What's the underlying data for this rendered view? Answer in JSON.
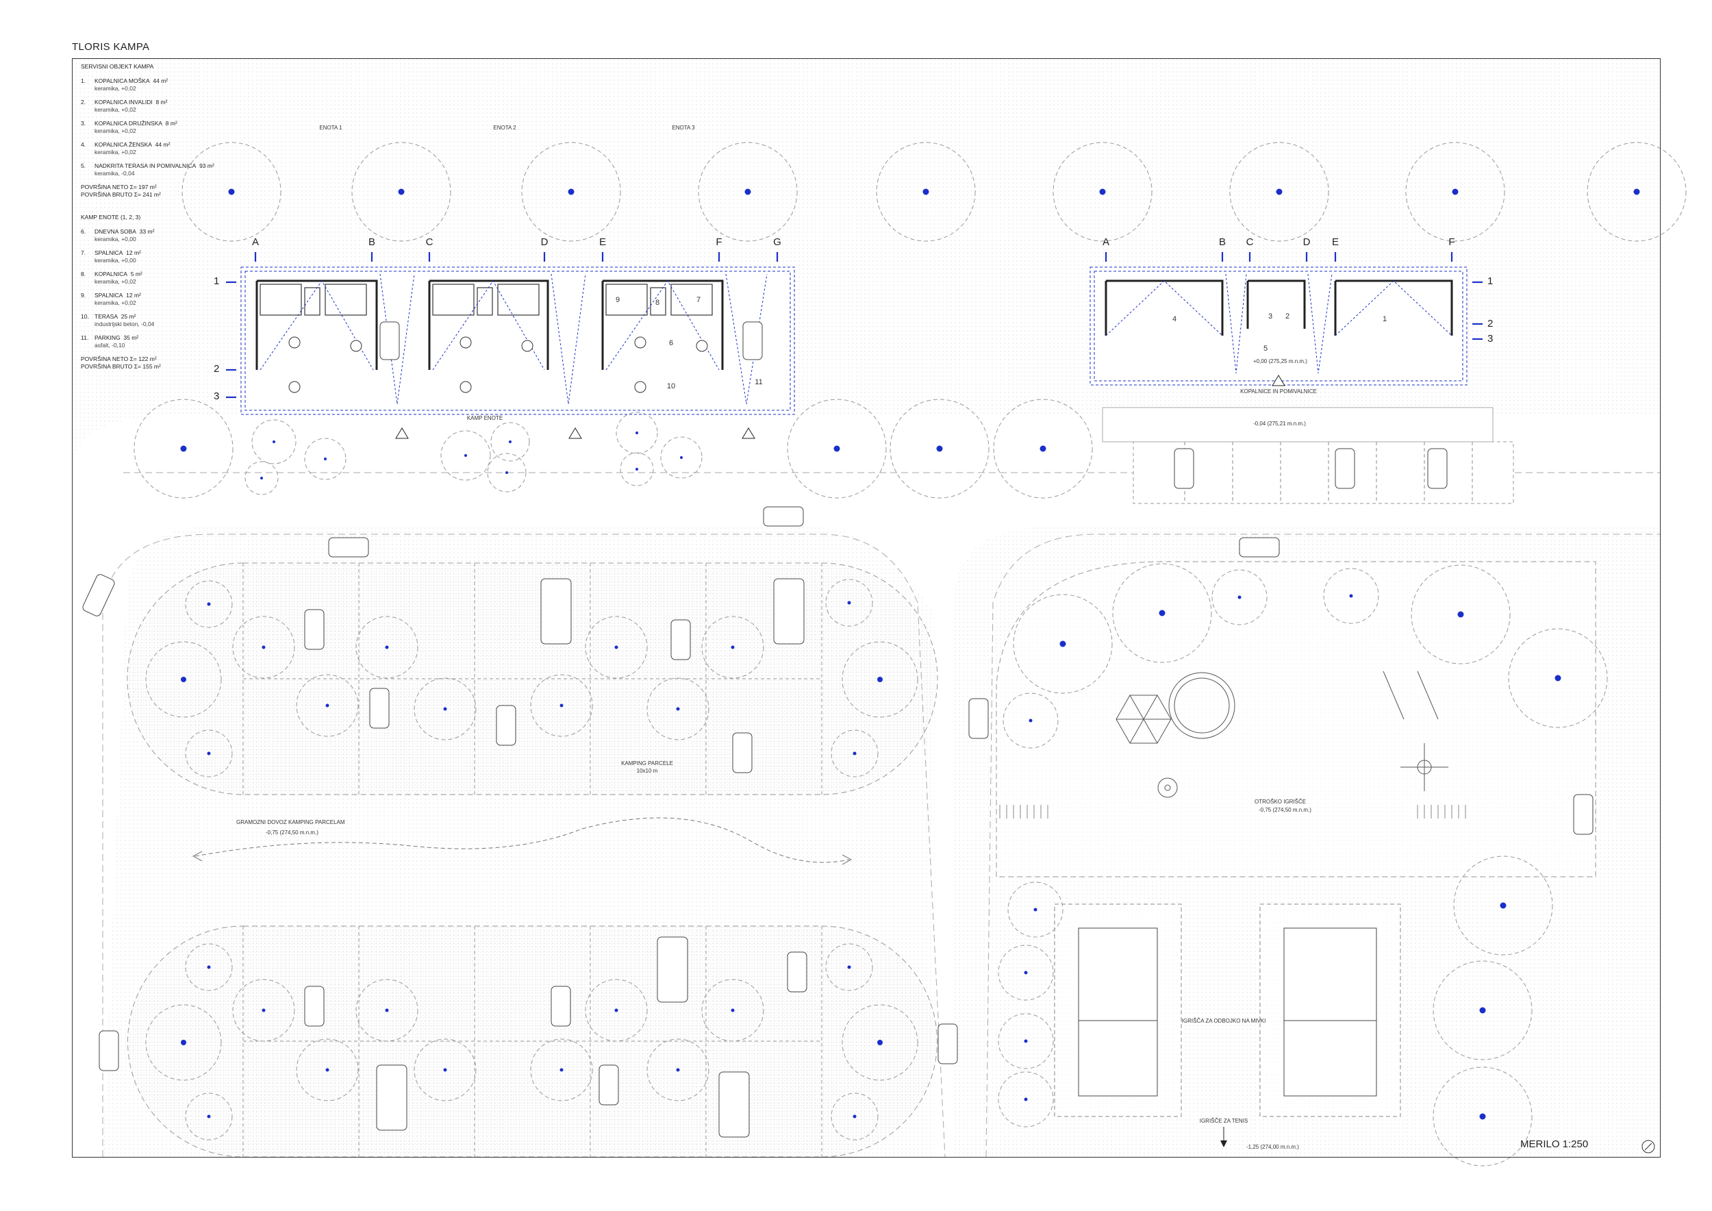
{
  "title": "TLORIS KAMPA",
  "scale_label": "MERILO 1:250",
  "legend": {
    "service_heading": "SERVISNI OBJEKT KAMPA",
    "service_items": [
      {
        "num": "1.",
        "name": "KOPALNICA MOŠKA",
        "area": "44 m²",
        "sub": "keramika, +0,02"
      },
      {
        "num": "2.",
        "name": "KOPALNICA INVALIDI",
        "area": "8 m²",
        "sub": "keramika, +0,02"
      },
      {
        "num": "3.",
        "name": "KOPALNICA DRUŽINSKA",
        "area": "8 m²",
        "sub": "keramika, +0,02"
      },
      {
        "num": "4.",
        "name": "KOPALNICA ŽENSKA",
        "area": "44 m²",
        "sub": "keramika, +0,02"
      },
      {
        "num": "5.",
        "name": "NADKRITA TERASA IN POMIVALNICA",
        "area": "93 m²",
        "sub": "keramika, -0,04"
      }
    ],
    "service_net": "POVRŠINA NETO  Σ= 197 m²",
    "service_gross": "POVRŠINA BRUTO  Σ= 241 m²",
    "unit_heading": "KAMP ENOTE (1, 2, 3)",
    "unit_items": [
      {
        "num": "6.",
        "name": "DNEVNA SOBA",
        "area": "33 m²",
        "sub": "keramika, +0,00"
      },
      {
        "num": "7.",
        "name": "SPALNICA",
        "area": "12 m²",
        "sub": "keramika, +0,00"
      },
      {
        "num": "8.",
        "name": "KOPALNICA",
        "area": "5 m²",
        "sub": "keramika, +0,02"
      },
      {
        "num": "9.",
        "name": "SPALNICA",
        "area": "12 m²",
        "sub": "keramika, +0,02"
      },
      {
        "num": "10.",
        "name": "TERASA",
        "area": "25 m²",
        "sub": "industrijski beton, -0,04"
      },
      {
        "num": "11.",
        "name": "PARKING",
        "area": "35 m²",
        "sub": "asfalt, -0,10"
      }
    ],
    "unit_net": "POVRŠINA NETO  Σ= 122 m²",
    "unit_gross": "POVRŠINA BRUTO  Σ= 155 m²"
  },
  "units": {
    "labels": [
      "ENOTA 1",
      "ENOTA 2",
      "ENOTA 3"
    ],
    "group_label": "KAMP ENOTE",
    "axes": [
      "A",
      "B",
      "C",
      "D",
      "E",
      "F",
      "G"
    ],
    "rows": [
      "1",
      "2",
      "3"
    ],
    "room_numbers": [
      "9",
      "8",
      "7",
      "6",
      "10",
      "11"
    ]
  },
  "service": {
    "axes": [
      "A",
      "B",
      "C",
      "D",
      "E",
      "F"
    ],
    "rows": [
      "1",
      "2",
      "3"
    ],
    "room_numbers": [
      "4",
      "3",
      "2",
      "1",
      "5"
    ],
    "level": "+0,00 (275,25 m.n.m.)",
    "label": "KOPALNICE IN POMIVALNICE",
    "parking_level": "-0,04 (275,21 m.n.m.)"
  },
  "camping": {
    "parcel_label": "KAMPING PARCELE",
    "parcel_size": "10x10 m",
    "access_label": "GRAMOZNI DOVOZ KAMPING PARCELAM",
    "access_level": "-0,75 (274,50 m.n.m.)"
  },
  "playground": {
    "label": "OTROŠKO IGRIŠČE",
    "level": "-0,75 (274,50 m.n.m.)"
  },
  "courts": {
    "volley_label": "IGRIŠČA ZA ODBOJKO NA MIVKI",
    "tennis_label": "IGRIŠČE ZA TENIS",
    "level": "-1,25 (274,00 m.n.m.)"
  },
  "colors": {
    "accent": "#1a2fc9",
    "line": "#333333",
    "dash": "#888888",
    "dot": "#bbbbbb"
  }
}
